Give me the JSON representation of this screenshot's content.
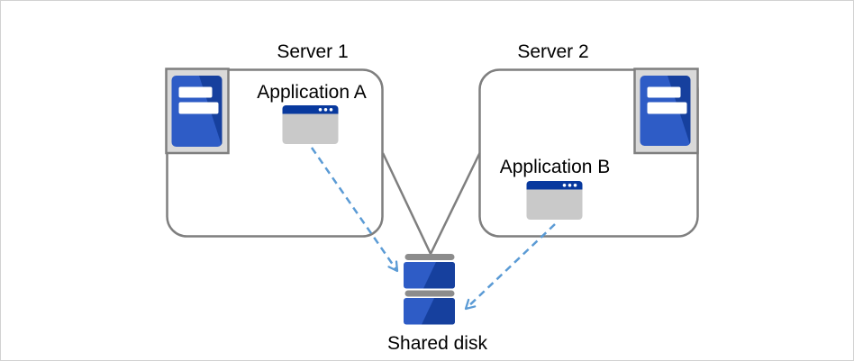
{
  "diagram": {
    "type": "architecture-diagram",
    "nodes": {
      "server1": {
        "label": "Server 1",
        "icon": "server-tower-icon"
      },
      "server2": {
        "label": "Server 2",
        "icon": "server-tower-icon"
      },
      "app_a": {
        "label": "Application A",
        "icon": "app-window-icon"
      },
      "app_b": {
        "label": "Application B",
        "icon": "app-window-icon"
      },
      "shared_disk": {
        "label": "Shared disk",
        "icon": "disk-stack-icon"
      }
    },
    "edges": [
      {
        "from": "server1",
        "to": "shared_disk",
        "style": "solid-gray-line"
      },
      {
        "from": "server2",
        "to": "shared_disk",
        "style": "solid-gray-line"
      },
      {
        "from": "app_a",
        "to": "shared_disk",
        "style": "dashed-blue-arrow"
      },
      {
        "from": "app_b",
        "to": "shared_disk",
        "style": "dashed-blue-arrow"
      }
    ],
    "colors": {
      "box_stroke": "#7f7f7f",
      "icon_frame_fill": "#d9d9d9",
      "blue_light": "#2e5cc6",
      "blue_dark": "#16409e",
      "window_titlebar_blue": "#08399e",
      "window_body_gray": "#c9c9c9",
      "arrow_blue": "#5b9bd5",
      "disk_cap_gray": "#8c8c8c",
      "label_text": "#000000",
      "canvas_border": "#d2d2d2",
      "background": "#ffffff"
    }
  }
}
